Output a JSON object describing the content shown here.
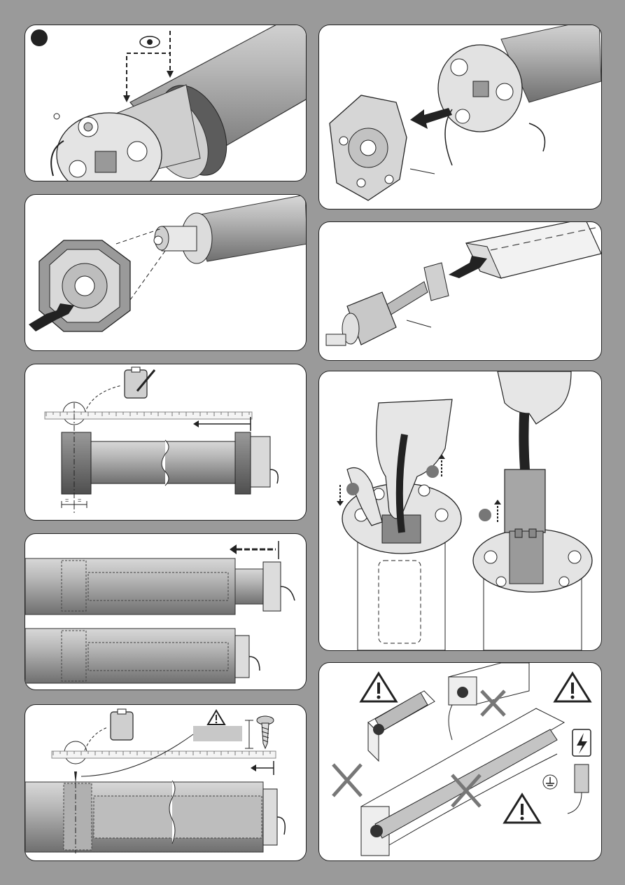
{
  "panels": [
    {
      "id": "p1",
      "step_marker": true
    },
    {
      "id": "p2"
    },
    {
      "id": "p3"
    },
    {
      "id": "p4"
    },
    {
      "id": "p5"
    },
    {
      "id": "p6"
    },
    {
      "id": "p7"
    },
    {
      "id": "p8"
    },
    {
      "id": "p9"
    },
    {
      "id": "p10"
    }
  ],
  "measure": {
    "equal_left": "=",
    "equal_right": "="
  },
  "icons": [
    "eye-icon",
    "notepad-pencil-icon",
    "notepad-icon",
    "warning-icon",
    "screw-icon",
    "lightning-icon",
    "ground-icon",
    "forbidden-cross-icon"
  ],
  "colors": {
    "page_bg": "#9a9a9a",
    "panel_bg": "#ffffff",
    "tube": "#a9a9a9",
    "tube_dark": "#6e6e6e",
    "marker": "#555555"
  }
}
